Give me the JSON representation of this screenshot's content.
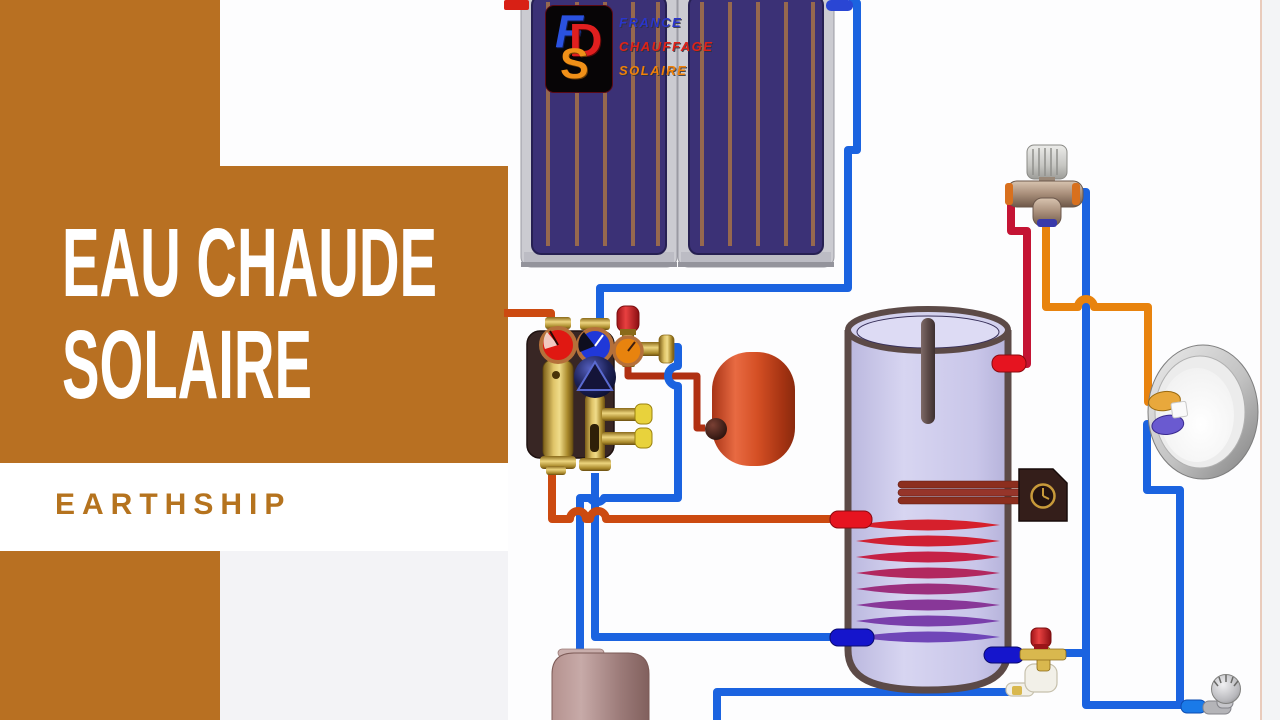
{
  "banner": {
    "title_line1": "EAU CHAUDE",
    "title_line2": "SOLAIRE",
    "subtitle": "EARTHSHIP"
  },
  "logo": {
    "monogram": [
      "F",
      "D",
      "S"
    ],
    "brand_lines": [
      "FRANCE",
      "CHAUFFAGE",
      "SOLAIRE"
    ]
  },
  "colors": {
    "banner_orange": "#b87022",
    "banner_title_text": "#ffffff",
    "subtitle_text": "#b5731e",
    "brand_france_blue": "#2a35cc",
    "brand_chauffage_red": "#e02218",
    "brand_solaire_orange": "#f08008",
    "pipe_cold_blue": "#1b63e0",
    "pipe_solar_loop_orange": "#cc4a10",
    "pipe_hot_crimson": "#c41434",
    "pipe_mixed_orange": "#e8830e",
    "pipe_expansion_red": "#b03012",
    "panel_absorber_navy": "#3b3176",
    "panel_stripe_copper": "#96684e",
    "tank_body_lavender": "#c9c7ea",
    "tank_wall_taupe": "#5c4a47",
    "expansion_vessel_orange": "#d44f24",
    "pump_station_block": "#382624",
    "brass": "#d4b04a"
  },
  "diagram": {
    "components": [
      "solar-collector-left",
      "solar-collector-right",
      "solar-pump-station",
      "expansion-vessel",
      "storage-tank",
      "heating-coil",
      "electric-heater",
      "thermostatic-mixing-valve",
      "hot-water-appliance",
      "safety-group",
      "cold-water-faucet",
      "drainback-vessel"
    ]
  }
}
